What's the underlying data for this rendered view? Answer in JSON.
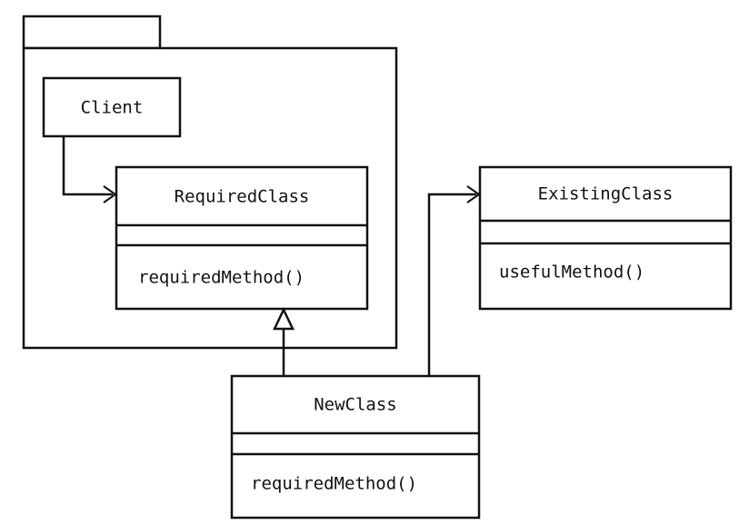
{
  "diagram": {
    "client": {
      "name": "Client"
    },
    "required_class": {
      "name": "RequiredClass",
      "methods": [
        "requiredMethod()"
      ]
    },
    "existing_class": {
      "name": "ExistingClass",
      "methods": [
        "usefulMethod()"
      ]
    },
    "new_class": {
      "name": "NewClass",
      "methods": [
        "requiredMethod()"
      ]
    }
  }
}
